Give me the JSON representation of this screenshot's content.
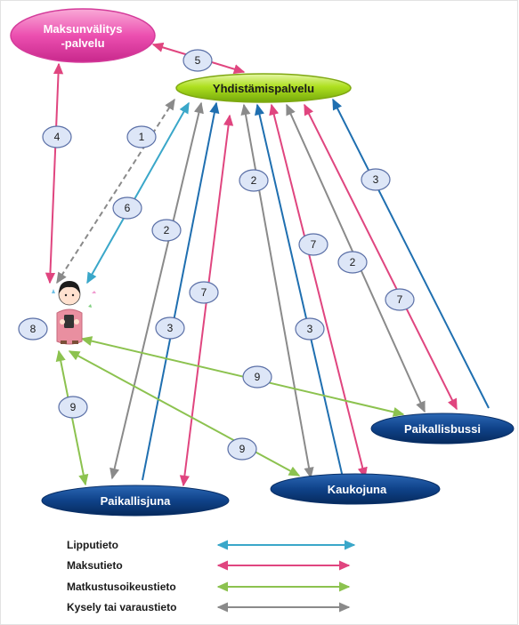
{
  "nodes": {
    "maksunvalitys": {
      "lines": [
        "Maksunvälitys",
        "-palvelu"
      ]
    },
    "yhdistamis": {
      "label": "Yhdistämispalvelu"
    },
    "paikallisbussi": {
      "label": "Paikallisbussi"
    },
    "kaukojuna": {
      "label": "Kaukojuna"
    },
    "paikallisjuna": {
      "label": "Paikallisjuna"
    }
  },
  "badges": [
    "5",
    "4",
    "1",
    "6",
    "2",
    "2",
    "3",
    "7",
    "7",
    "2",
    "7",
    "3",
    "8",
    "3",
    "9",
    "9",
    "9"
  ],
  "legend": [
    {
      "label": "Lipputieto",
      "color": "#3aa7c9"
    },
    {
      "label": "Maksutieto",
      "color": "#e0457f"
    },
    {
      "label": "Matkustusoikeustieto",
      "color": "#8cc24f"
    },
    {
      "label": "Kysely tai varaustieto",
      "color": "#8a8a8a"
    }
  ],
  "colors": {
    "ticket": "#3aa7c9",
    "ticket_dark": "#1f6fb0",
    "payment": "#e0457f",
    "rights": "#8cc24f",
    "query": "#8a8a8a",
    "pink_node": "#f06ab8",
    "green_node": "#a6dc18",
    "navy_node": "#0d3f7e",
    "badge_fill": "#dde6f7",
    "badge_stroke": "#5a6fa6"
  },
  "icons": {
    "user": "user-icon"
  }
}
